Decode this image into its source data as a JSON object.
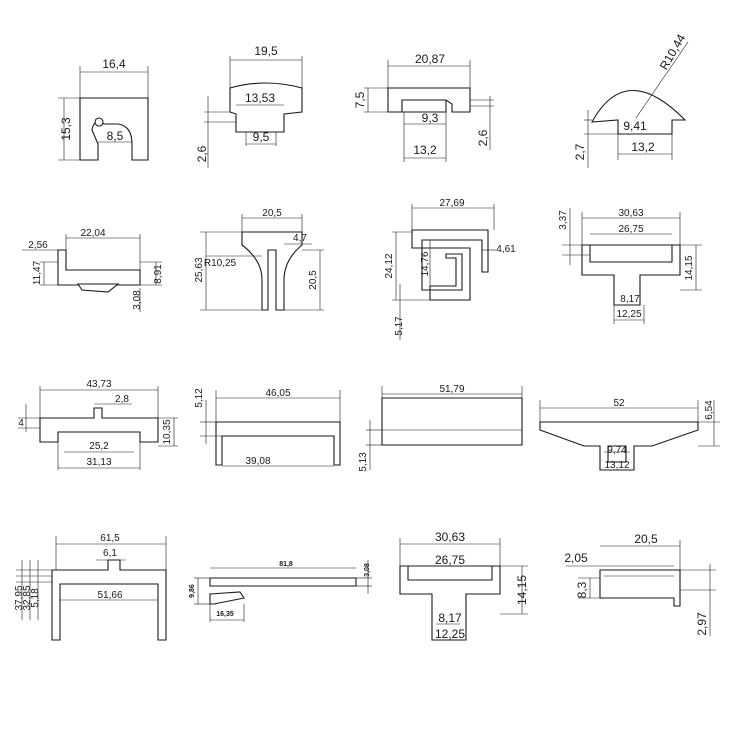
{
  "drawing": {
    "profiles": [
      {
        "id": "p1",
        "dims": [
          "16,4",
          "15,3",
          "8,5"
        ]
      },
      {
        "id": "p2",
        "dims": [
          "19,5",
          "13,53",
          "9,5",
          "2,6"
        ]
      },
      {
        "id": "p3",
        "dims": [
          "20,87",
          "7,5",
          "9,3",
          "13,2",
          "2,6"
        ]
      },
      {
        "id": "p4",
        "dims": [
          "R10,44",
          "9,41",
          "13,2",
          "2,7"
        ]
      },
      {
        "id": "p5",
        "dims": [
          "22,04",
          "2,56",
          "11,47",
          "8,91",
          "3,08"
        ]
      },
      {
        "id": "p6",
        "dims": [
          "20,5",
          "R10,25",
          "4,7",
          "25,63",
          "20,5"
        ]
      },
      {
        "id": "p7",
        "dims": [
          "27,69",
          "24,12",
          "14,76",
          "4,61",
          "5,17"
        ]
      },
      {
        "id": "p8",
        "dims": [
          "30,63",
          "26,75",
          "3,37",
          "14,15",
          "8,17",
          "12,25"
        ]
      },
      {
        "id": "p9",
        "dims": [
          "43,73",
          "2,8",
          "4",
          "10,35",
          "25,2",
          "31,13"
        ]
      },
      {
        "id": "p10",
        "dims": [
          "46,05",
          "5,12",
          "39,08"
        ]
      },
      {
        "id": "p11",
        "dims": [
          "51,79",
          "5,13"
        ]
      },
      {
        "id": "p12",
        "dims": [
          "52",
          "6,54",
          "9,74",
          "13,12"
        ]
      },
      {
        "id": "p13",
        "dims": [
          "61,5",
          "6,1",
          "37,95",
          "32,85",
          "5,18",
          "51,66"
        ]
      },
      {
        "id": "p14",
        "dims": [
          "81,8",
          "3,08",
          "9,86",
          "16,35"
        ]
      },
      {
        "id": "p15",
        "dims": [
          "30,63",
          "26,75",
          "14,15",
          "8,17",
          "12,25"
        ]
      },
      {
        "id": "p16",
        "dims": [
          "2,05",
          "20,5",
          "8,3",
          "2,97"
        ]
      }
    ]
  }
}
